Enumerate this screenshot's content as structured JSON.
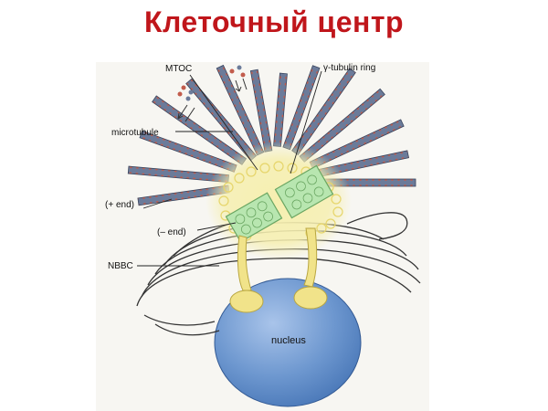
{
  "title": "Клеточный центр",
  "labels": {
    "mtoc": "MTOC",
    "gamma_tubulin_ring": "γ-tubulin ring",
    "microtubule": "microtubule",
    "plus_end": "(+ end)",
    "minus_end": "(– end)",
    "nbbc": "NBBC",
    "nucleus": "nucleus"
  },
  "colors": {
    "title": "#c0161b",
    "microtubule": "#6b7b9a",
    "microtubule_dots": "#c25c4c",
    "centrosome_glow": "#f3eba0",
    "centriole": "#b8e6b0",
    "nbbc_fiber": "#f1e38a",
    "nucleus": "#6d97cf",
    "membrane": "#333333"
  }
}
